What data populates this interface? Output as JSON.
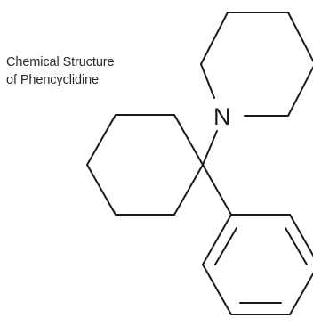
{
  "caption": {
    "line1": "Chemical Structure",
    "line2": "of Phencyclidine"
  },
  "molecule": {
    "nitrogen_label": "N",
    "rings": [
      "piperidine-ring",
      "cyclohexane-ring",
      "benzene-ring"
    ]
  },
  "colors": {
    "line": "#1a1a1a",
    "text": "#2a2a2a",
    "background": "#ffffff"
  }
}
